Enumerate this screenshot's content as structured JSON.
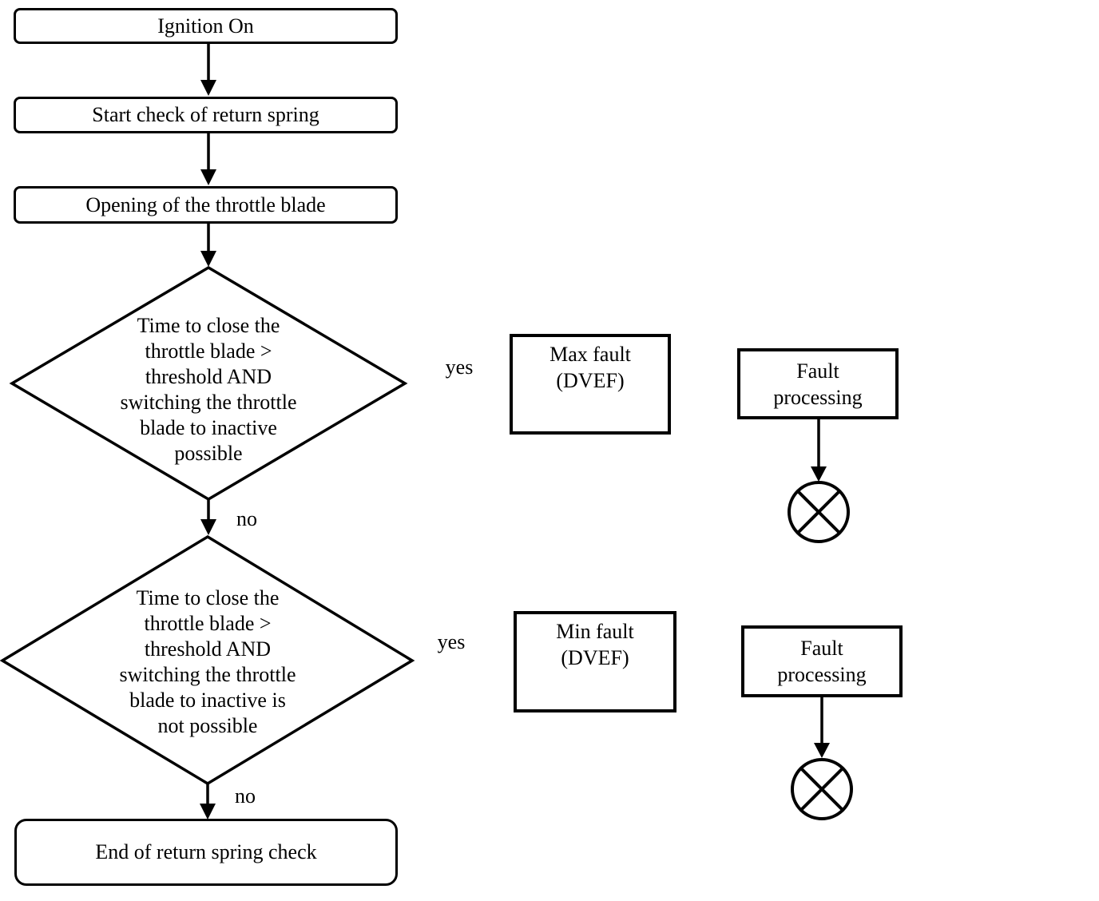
{
  "colors": {
    "background": "#ffffff",
    "stroke": "#000000",
    "text": "#000000"
  },
  "nodes": {
    "ignition": {
      "label": "Ignition On"
    },
    "start_check": {
      "label": "Start check of return spring"
    },
    "opening_blade": {
      "label": "Opening of the throttle blade"
    },
    "decision_inactive_possible": {
      "lines": [
        "Time to close the",
        "throttle blade >",
        "threshold AND",
        "switching the throttle",
        "blade to inactive",
        "possible"
      ]
    },
    "max_fault": {
      "lines": [
        "Max fault",
        "(DVEF)"
      ]
    },
    "fault_processing_1": {
      "lines": [
        "Fault",
        "processing"
      ]
    },
    "decision_inactive_not_possible": {
      "lines": [
        "Time to close the",
        "throttle blade >",
        "threshold AND",
        "switching the throttle",
        "blade to inactive is",
        "not possible"
      ]
    },
    "min_fault": {
      "lines": [
        "Min fault",
        "(DVEF)"
      ]
    },
    "fault_processing_2": {
      "lines": [
        "Fault",
        "processing"
      ]
    },
    "end_check": {
      "label": "End of return spring check"
    }
  },
  "edge_labels": {
    "decision1_yes": "yes",
    "decision1_no": "no",
    "decision2_yes": "yes",
    "decision2_no": "no"
  },
  "icons": {
    "terminator_1": "circle-x-icon",
    "terminator_2": "circle-x-icon"
  }
}
